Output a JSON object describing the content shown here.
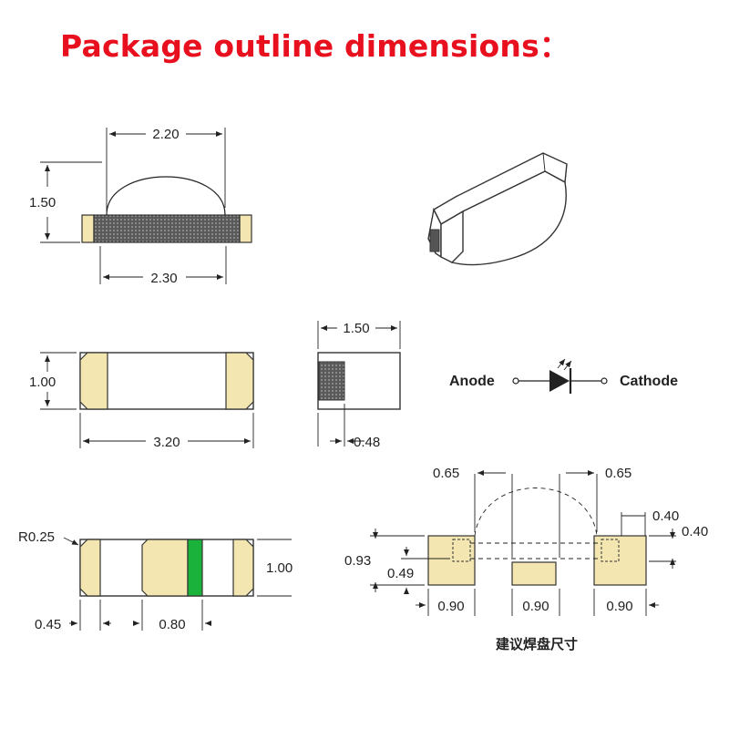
{
  "title": "Package outline dimensions：",
  "side_view": {
    "top_width": "2.20",
    "height": "1.50",
    "bottom_width": "2.30"
  },
  "top_view": {
    "height": "1.00",
    "length": "3.20"
  },
  "end_view": {
    "width": "1.50",
    "pad": "0.48"
  },
  "symbol": {
    "anode": "Anode",
    "cathode": "Cathode"
  },
  "bottom_view": {
    "radius": "R0.25",
    "pad_width": "0.45",
    "center": "0.80",
    "height": "1.00"
  },
  "solder_pad": {
    "left_offset": "0.65",
    "right_offset": "0.65",
    "pad_top": "0.40",
    "pad_side": "0.40",
    "total_height": "0.93",
    "inner_height": "0.49",
    "w1": "0.90",
    "w2": "0.90",
    "w3": "0.90",
    "caption": "建议焊盘尺寸"
  },
  "colors": {
    "title": "#e8101e",
    "pad_fill": "#f3e6b0",
    "polarity_band": "#1ab23a"
  }
}
